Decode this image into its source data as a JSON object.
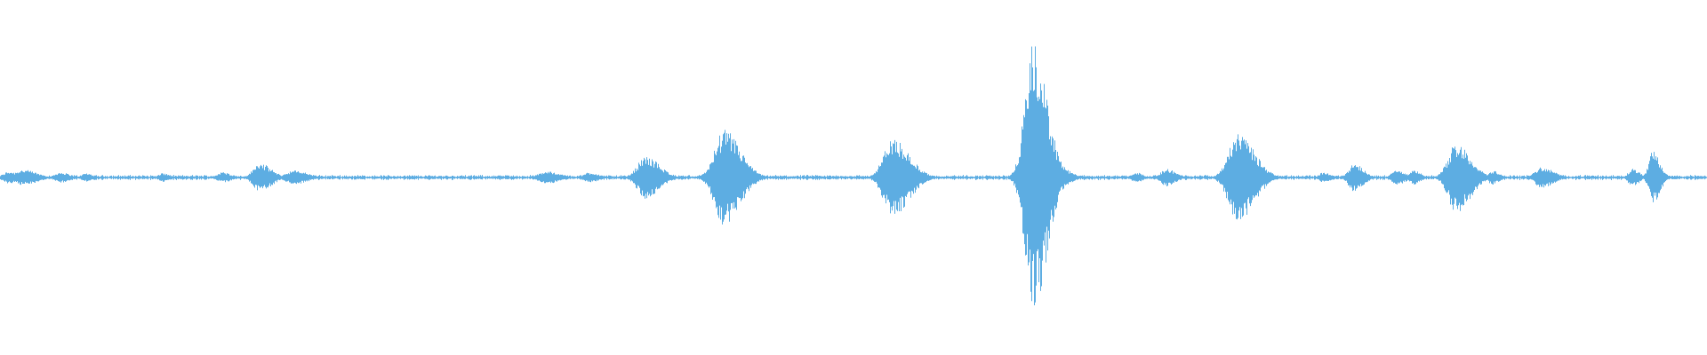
{
  "waveform": {
    "color": "#5DADE2",
    "baseline_amplitude": 0.012,
    "bursts": [
      {
        "t": 0.005,
        "amp": 0.035,
        "w": 0.004
      },
      {
        "t": 0.013,
        "amp": 0.045,
        "w": 0.006
      },
      {
        "t": 0.035,
        "amp": 0.03,
        "w": 0.004
      },
      {
        "t": 0.05,
        "amp": 0.025,
        "w": 0.003
      },
      {
        "t": 0.095,
        "amp": 0.025,
        "w": 0.003
      },
      {
        "t": 0.13,
        "amp": 0.03,
        "w": 0.004
      },
      {
        "t": 0.152,
        "amp": 0.08,
        "w": 0.005
      },
      {
        "t": 0.172,
        "amp": 0.04,
        "w": 0.006
      },
      {
        "t": 0.32,
        "amp": 0.035,
        "w": 0.006
      },
      {
        "t": 0.345,
        "amp": 0.03,
        "w": 0.004
      },
      {
        "t": 0.378,
        "amp": 0.12,
        "w": 0.006
      },
      {
        "t": 0.424,
        "amp": 0.27,
        "w": 0.007
      },
      {
        "t": 0.523,
        "amp": 0.22,
        "w": 0.007
      },
      {
        "t": 0.605,
        "amp": 0.75,
        "w": 0.006
      },
      {
        "t": 0.615,
        "amp": 0.1,
        "w": 0.006
      },
      {
        "t": 0.665,
        "amp": 0.03,
        "w": 0.003
      },
      {
        "t": 0.683,
        "amp": 0.05,
        "w": 0.004
      },
      {
        "t": 0.725,
        "amp": 0.25,
        "w": 0.007
      },
      {
        "t": 0.775,
        "amp": 0.03,
        "w": 0.003
      },
      {
        "t": 0.793,
        "amp": 0.08,
        "w": 0.004
      },
      {
        "t": 0.818,
        "amp": 0.04,
        "w": 0.004
      },
      {
        "t": 0.828,
        "amp": 0.04,
        "w": 0.003
      },
      {
        "t": 0.853,
        "amp": 0.2,
        "w": 0.006
      },
      {
        "t": 0.874,
        "amp": 0.04,
        "w": 0.003
      },
      {
        "t": 0.903,
        "amp": 0.06,
        "w": 0.005
      },
      {
        "t": 0.956,
        "amp": 0.05,
        "w": 0.003
      },
      {
        "t": 0.968,
        "amp": 0.15,
        "w": 0.003
      }
    ]
  }
}
